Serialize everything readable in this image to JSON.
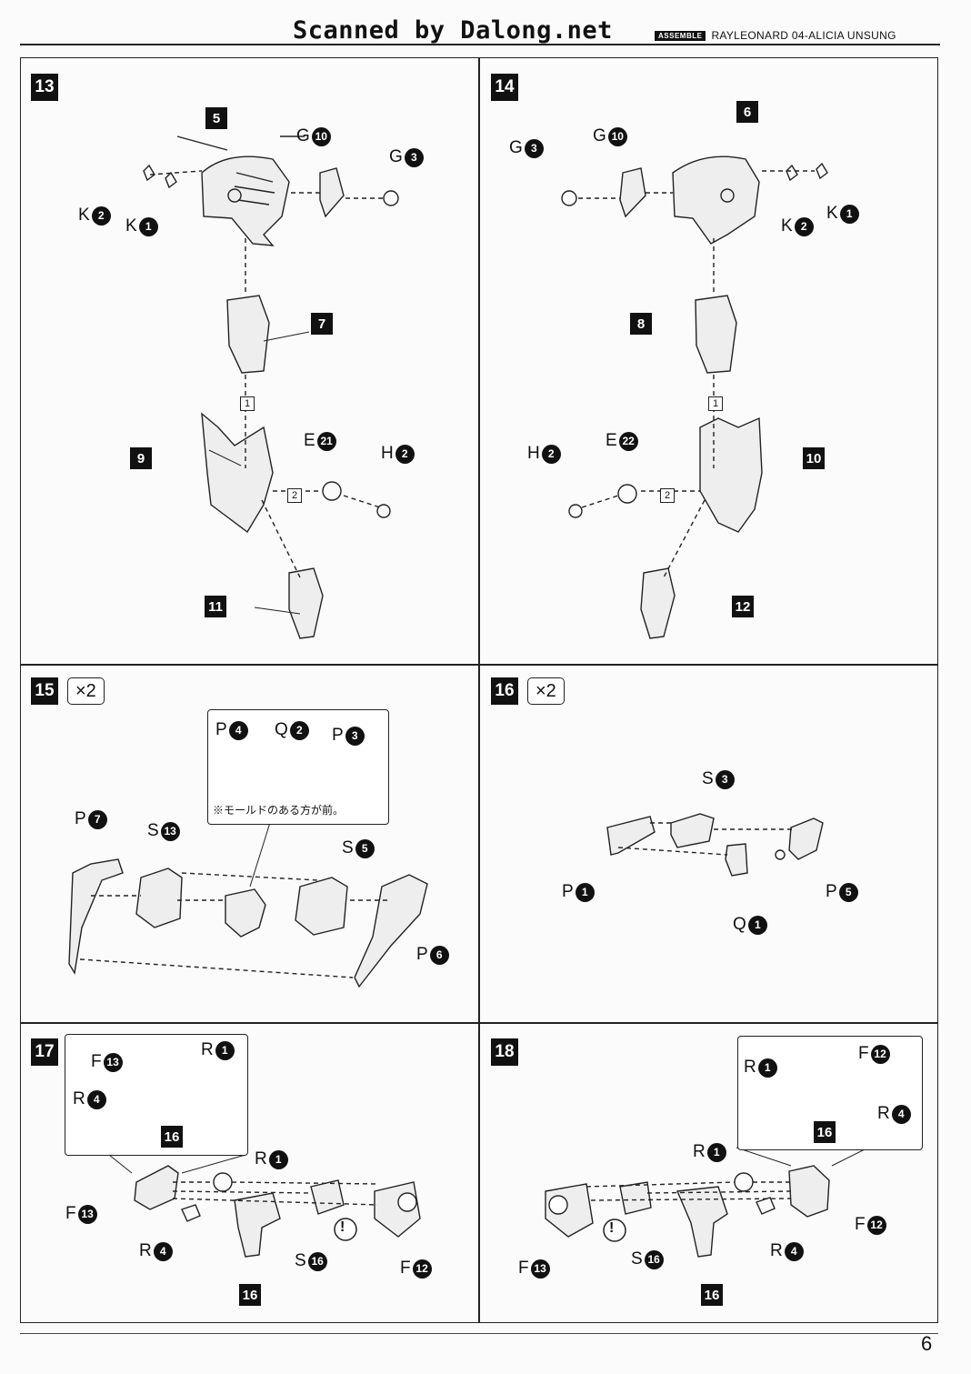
{
  "header": {
    "scanned": "Scanned by Dalong.net",
    "assemble_badge": "ASSEMBLE",
    "title": "RAYLEONARD 04-ALICIA UNSUNG"
  },
  "page_number": "6",
  "steps": {
    "s13": {
      "num": "13",
      "main": "5",
      "p7": "7",
      "p9": "9",
      "p11": "11",
      "sub1": "1",
      "sub2": "2",
      "k2": {
        "letter": "K",
        "n": "2"
      },
      "k1": {
        "letter": "K",
        "n": "1"
      },
      "g10": {
        "letter": "G",
        "n": "10"
      },
      "g3": {
        "letter": "G",
        "n": "3"
      },
      "e21": {
        "letter": "E",
        "n": "21"
      },
      "h2": {
        "letter": "H",
        "n": "2"
      }
    },
    "s14": {
      "num": "14",
      "main": "6",
      "p8": "8",
      "p10": "10",
      "p12": "12",
      "sub1": "1",
      "sub2": "2",
      "g3": {
        "letter": "G",
        "n": "3"
      },
      "g10": {
        "letter": "G",
        "n": "10"
      },
      "k2": {
        "letter": "K",
        "n": "2"
      },
      "k1": {
        "letter": "K",
        "n": "1"
      },
      "h2": {
        "letter": "H",
        "n": "2"
      },
      "e22": {
        "letter": "E",
        "n": "22"
      }
    },
    "s15": {
      "num": "15",
      "mult": "×2",
      "note": "※モールドのある方が前。",
      "p4": {
        "letter": "P",
        "n": "4"
      },
      "q2": {
        "letter": "Q",
        "n": "2"
      },
      "p3": {
        "letter": "P",
        "n": "3"
      },
      "p7": {
        "letter": "P",
        "n": "7"
      },
      "s13": {
        "letter": "S",
        "n": "13"
      },
      "s5": {
        "letter": "S",
        "n": "5"
      },
      "p6": {
        "letter": "P",
        "n": "6"
      }
    },
    "s16": {
      "num": "16",
      "mult": "×2",
      "s3": {
        "letter": "S",
        "n": "3"
      },
      "p1": {
        "letter": "P",
        "n": "1"
      },
      "p5": {
        "letter": "P",
        "n": "5"
      },
      "q1": {
        "letter": "Q",
        "n": "1"
      }
    },
    "s17": {
      "num": "17",
      "box": "16",
      "box2": "16",
      "mark": "!",
      "f13a": {
        "letter": "F",
        "n": "13"
      },
      "r1a": {
        "letter": "R",
        "n": "1"
      },
      "r4a": {
        "letter": "R",
        "n": "4"
      },
      "r1": {
        "letter": "R",
        "n": "1"
      },
      "f13": {
        "letter": "F",
        "n": "13"
      },
      "r4": {
        "letter": "R",
        "n": "4"
      },
      "s16": {
        "letter": "S",
        "n": "16"
      },
      "f12": {
        "letter": "F",
        "n": "12"
      }
    },
    "s18": {
      "num": "18",
      "box": "16",
      "box2": "16",
      "mark": "!",
      "r1a": {
        "letter": "R",
        "n": "1"
      },
      "f12a": {
        "letter": "F",
        "n": "12"
      },
      "r4a": {
        "letter": "R",
        "n": "4"
      },
      "r1": {
        "letter": "R",
        "n": "1"
      },
      "f12": {
        "letter": "F",
        "n": "12"
      },
      "r4": {
        "letter": "R",
        "n": "4"
      },
      "s16": {
        "letter": "S",
        "n": "16"
      },
      "f13": {
        "letter": "F",
        "n": "13"
      }
    }
  }
}
